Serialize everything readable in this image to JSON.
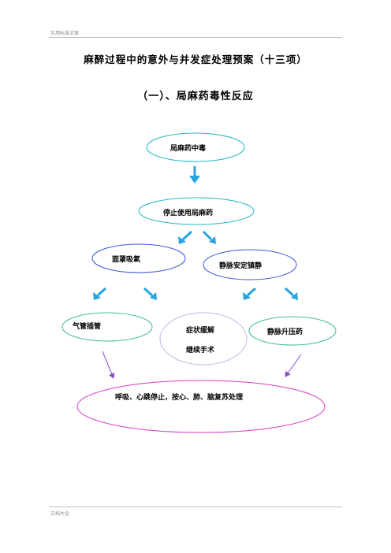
{
  "header": {
    "text": "实用标准文案"
  },
  "footer": {
    "text": "文档大全"
  },
  "document": {
    "title": "麻醉过程中的意外与并发症处理预案（十三项）",
    "section_heading": "（一）、局麻药毒性反应"
  },
  "flowchart": {
    "nodes": {
      "poisoning": "局麻药中毒",
      "stop_drug": "停止使用局麻药",
      "mask_oxygen": "面罩吸氧",
      "iv_sedation": "静脉安定镇静",
      "intubation": "气管插管",
      "symptom_relief_line1": "症状缓解",
      "symptom_relief_line2": "继续手术",
      "vasopressor": "静脉升压药",
      "resuscitation": "呼吸、心跳停止，按心、肺、脑复苏处理"
    },
    "colors": {
      "cyan_outline": "#22b8c8",
      "blue_outline": "#3a56d8",
      "green_outline": "#43c08a",
      "lavender_outline": "#c8b4e6",
      "magenta_outline": "#d43cc8",
      "arrow_blue": "#27a3e2",
      "connector_purple": "#8a4fbf"
    }
  }
}
